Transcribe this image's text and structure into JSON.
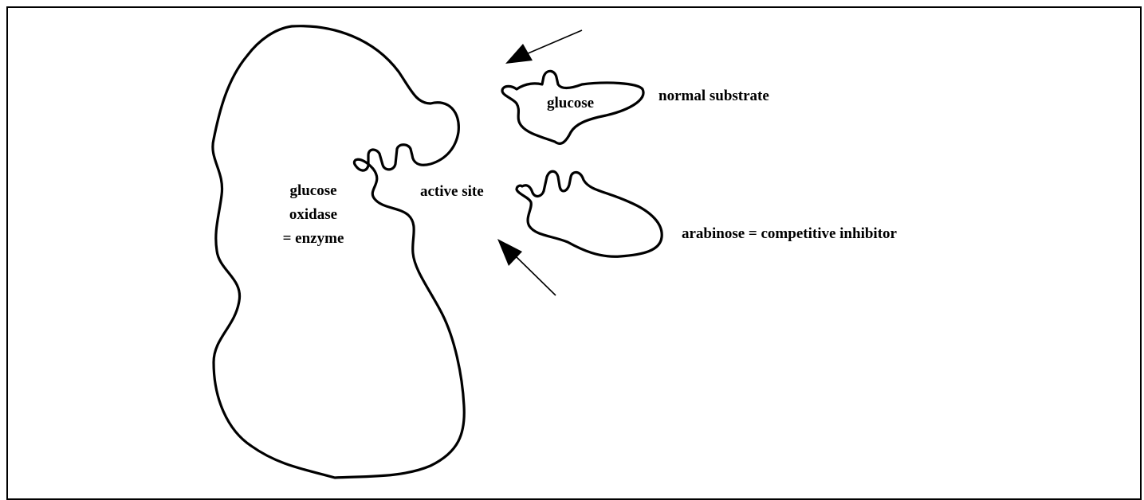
{
  "diagram": {
    "enzyme_label": {
      "line1": "glucose",
      "line2": "oxidase",
      "line3": "= enzyme"
    },
    "active_site_label": "active site",
    "substrate_label": "glucose",
    "normal_substrate_label": "normal substrate",
    "inhibitor_label": "arabinose = competitive inhibitor"
  }
}
